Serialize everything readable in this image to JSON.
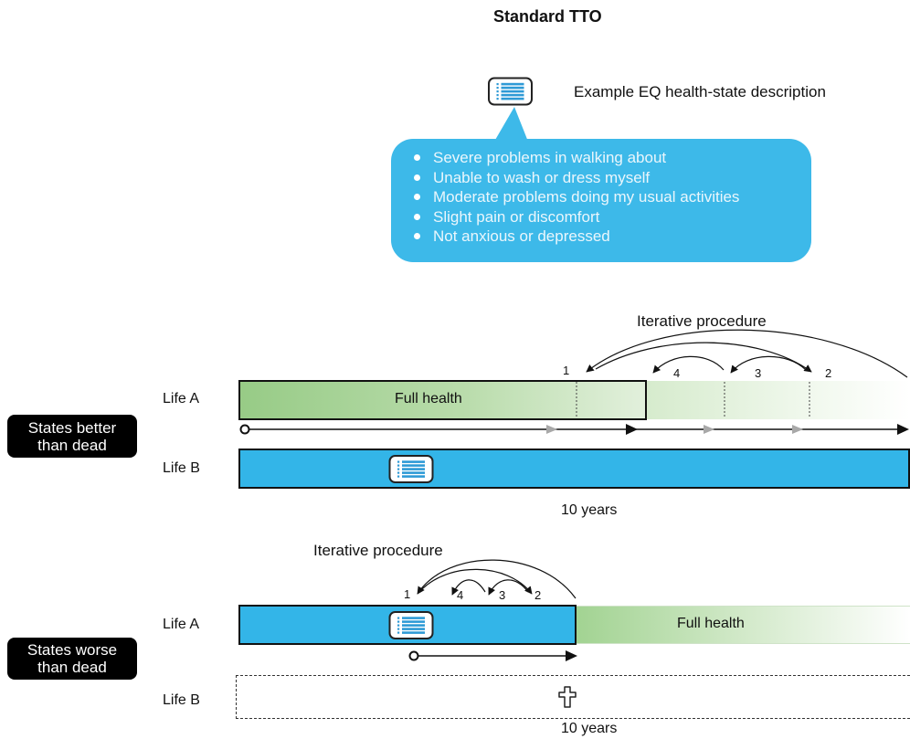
{
  "title": "Standard TTO",
  "example": {
    "icon": "document-icon",
    "caption": "Example EQ health-state description",
    "items": [
      "Severe problems in walking about",
      "Unable to wash or dress myself",
      "Moderate problems doing my usual activities",
      "Slight pain or discomfort",
      "Not anxious or depressed"
    ]
  },
  "better_than_dead": {
    "category": [
      "States better",
      "than dead"
    ],
    "procedure": "Iterative procedure",
    "steps": [
      "1",
      "2",
      "3",
      "4"
    ],
    "life_a": {
      "label": "Life A",
      "state": "Full health"
    },
    "life_b": {
      "label": "Life B",
      "state_icon": "document-icon"
    },
    "duration": "10 years"
  },
  "worse_than_dead": {
    "category": [
      "States worse",
      "than dead"
    ],
    "procedure": "Iterative procedure",
    "steps": [
      "1",
      "2",
      "3",
      "4"
    ],
    "life_a": {
      "label": "Life A",
      "state_icon": "document-icon",
      "then_state": "Full health"
    },
    "life_b": {
      "label": "Life B",
      "state_icon": "cross-icon"
    },
    "duration": "10 years"
  },
  "colors": {
    "bubble": "#3db9e9",
    "health_bar": "#33b5e8",
    "full_health": "#97cb86",
    "category_box": "#000000",
    "bubble_text": "#eaf6fc"
  }
}
